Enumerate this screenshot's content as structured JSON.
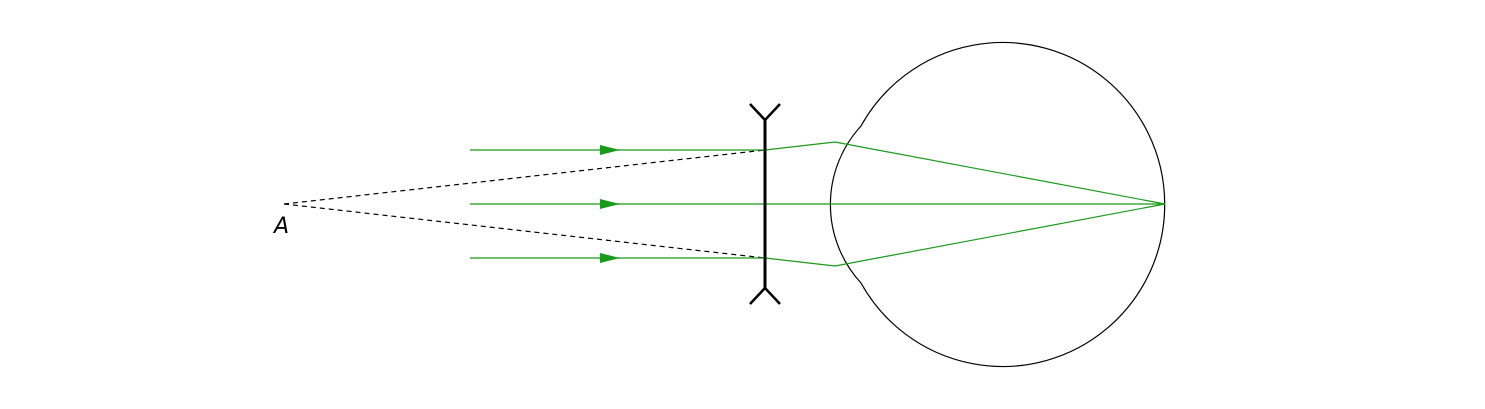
{
  "diagram": {
    "point_label": "A",
    "colors": {
      "ray": "#1a9a1a",
      "extension": "#000000",
      "lens": "#000000",
      "eye_outline": "#000000",
      "label": "#000000"
    },
    "elements": [
      "incident-rays",
      "concave-lens",
      "eyeball-outline",
      "virtual-ray-extensions"
    ]
  }
}
